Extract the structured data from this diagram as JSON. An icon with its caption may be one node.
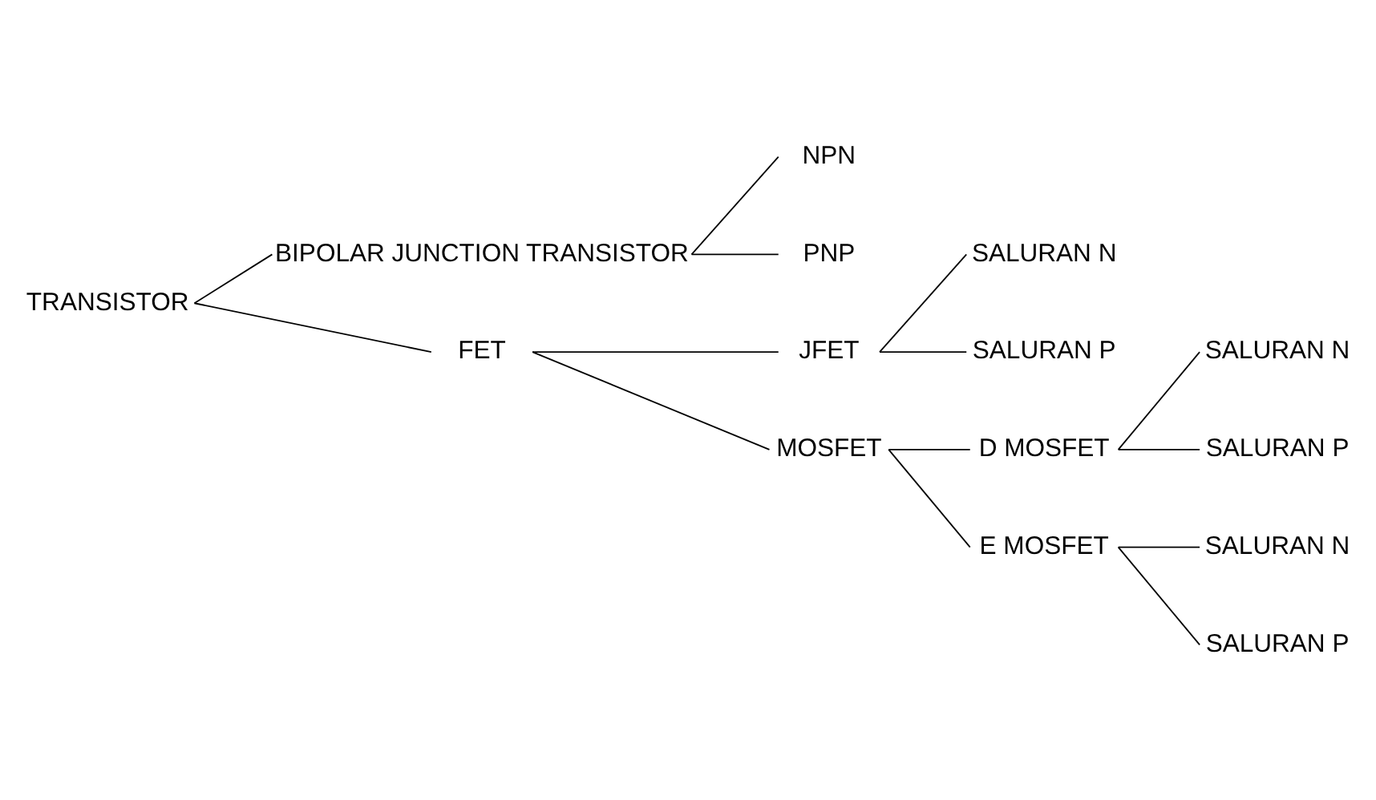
{
  "diagram": {
    "nodes": [
      {
        "text": [
          "TRANSISTOR"
        ]
      },
      {
        "text": [
          "BIPOLAR JUNCTION TRANSISTOR"
        ]
      },
      {
        "text": [
          "NPN"
        ]
      },
      {
        "text": [
          "PNP"
        ]
      },
      {
        "text": [
          "FET"
        ]
      },
      {
        "text": [
          "JFET"
        ]
      },
      {
        "text": [
          "SALURAN N"
        ]
      },
      {
        "text": [
          "SALURAN P"
        ]
      },
      {
        "text": [
          "MOSFET"
        ]
      },
      {
        "text": [
          "D MOSFET"
        ]
      },
      {
        "text": [
          "SALURAN N"
        ]
      },
      {
        "text": [
          "SALURAN P"
        ]
      },
      {
        "text": [
          "E MOSFET"
        ]
      },
      {
        "text": [
          "SALURAN N"
        ]
      },
      {
        "text": [
          "SALURAN P"
        ]
      }
    ],
    "edges": [
      {
        "from": 0,
        "to": 1,
        "arrow": "none"
      },
      {
        "from": 0,
        "to": 4,
        "arrow": "none"
      },
      {
        "from": 1,
        "to": 2,
        "arrow": "none"
      },
      {
        "from": 1,
        "to": 3,
        "arrow": "none"
      },
      {
        "from": 4,
        "to": 5,
        "arrow": "none"
      },
      {
        "from": 4,
        "to": 8,
        "arrow": "none"
      },
      {
        "from": 5,
        "to": 6,
        "arrow": "none"
      },
      {
        "from": 5,
        "to": 7,
        "arrow": "none"
      },
      {
        "from": 8,
        "to": 9,
        "arrow": "none"
      },
      {
        "from": 8,
        "to": 12,
        "arrow": "none"
      },
      {
        "from": 9,
        "to": 10,
        "arrow": "none"
      },
      {
        "from": 9,
        "to": 11,
        "arrow": "none"
      },
      {
        "from": 12,
        "to": 13,
        "arrow": "none"
      },
      {
        "from": 12,
        "to": 14,
        "arrow": "none"
      }
    ]
  }
}
